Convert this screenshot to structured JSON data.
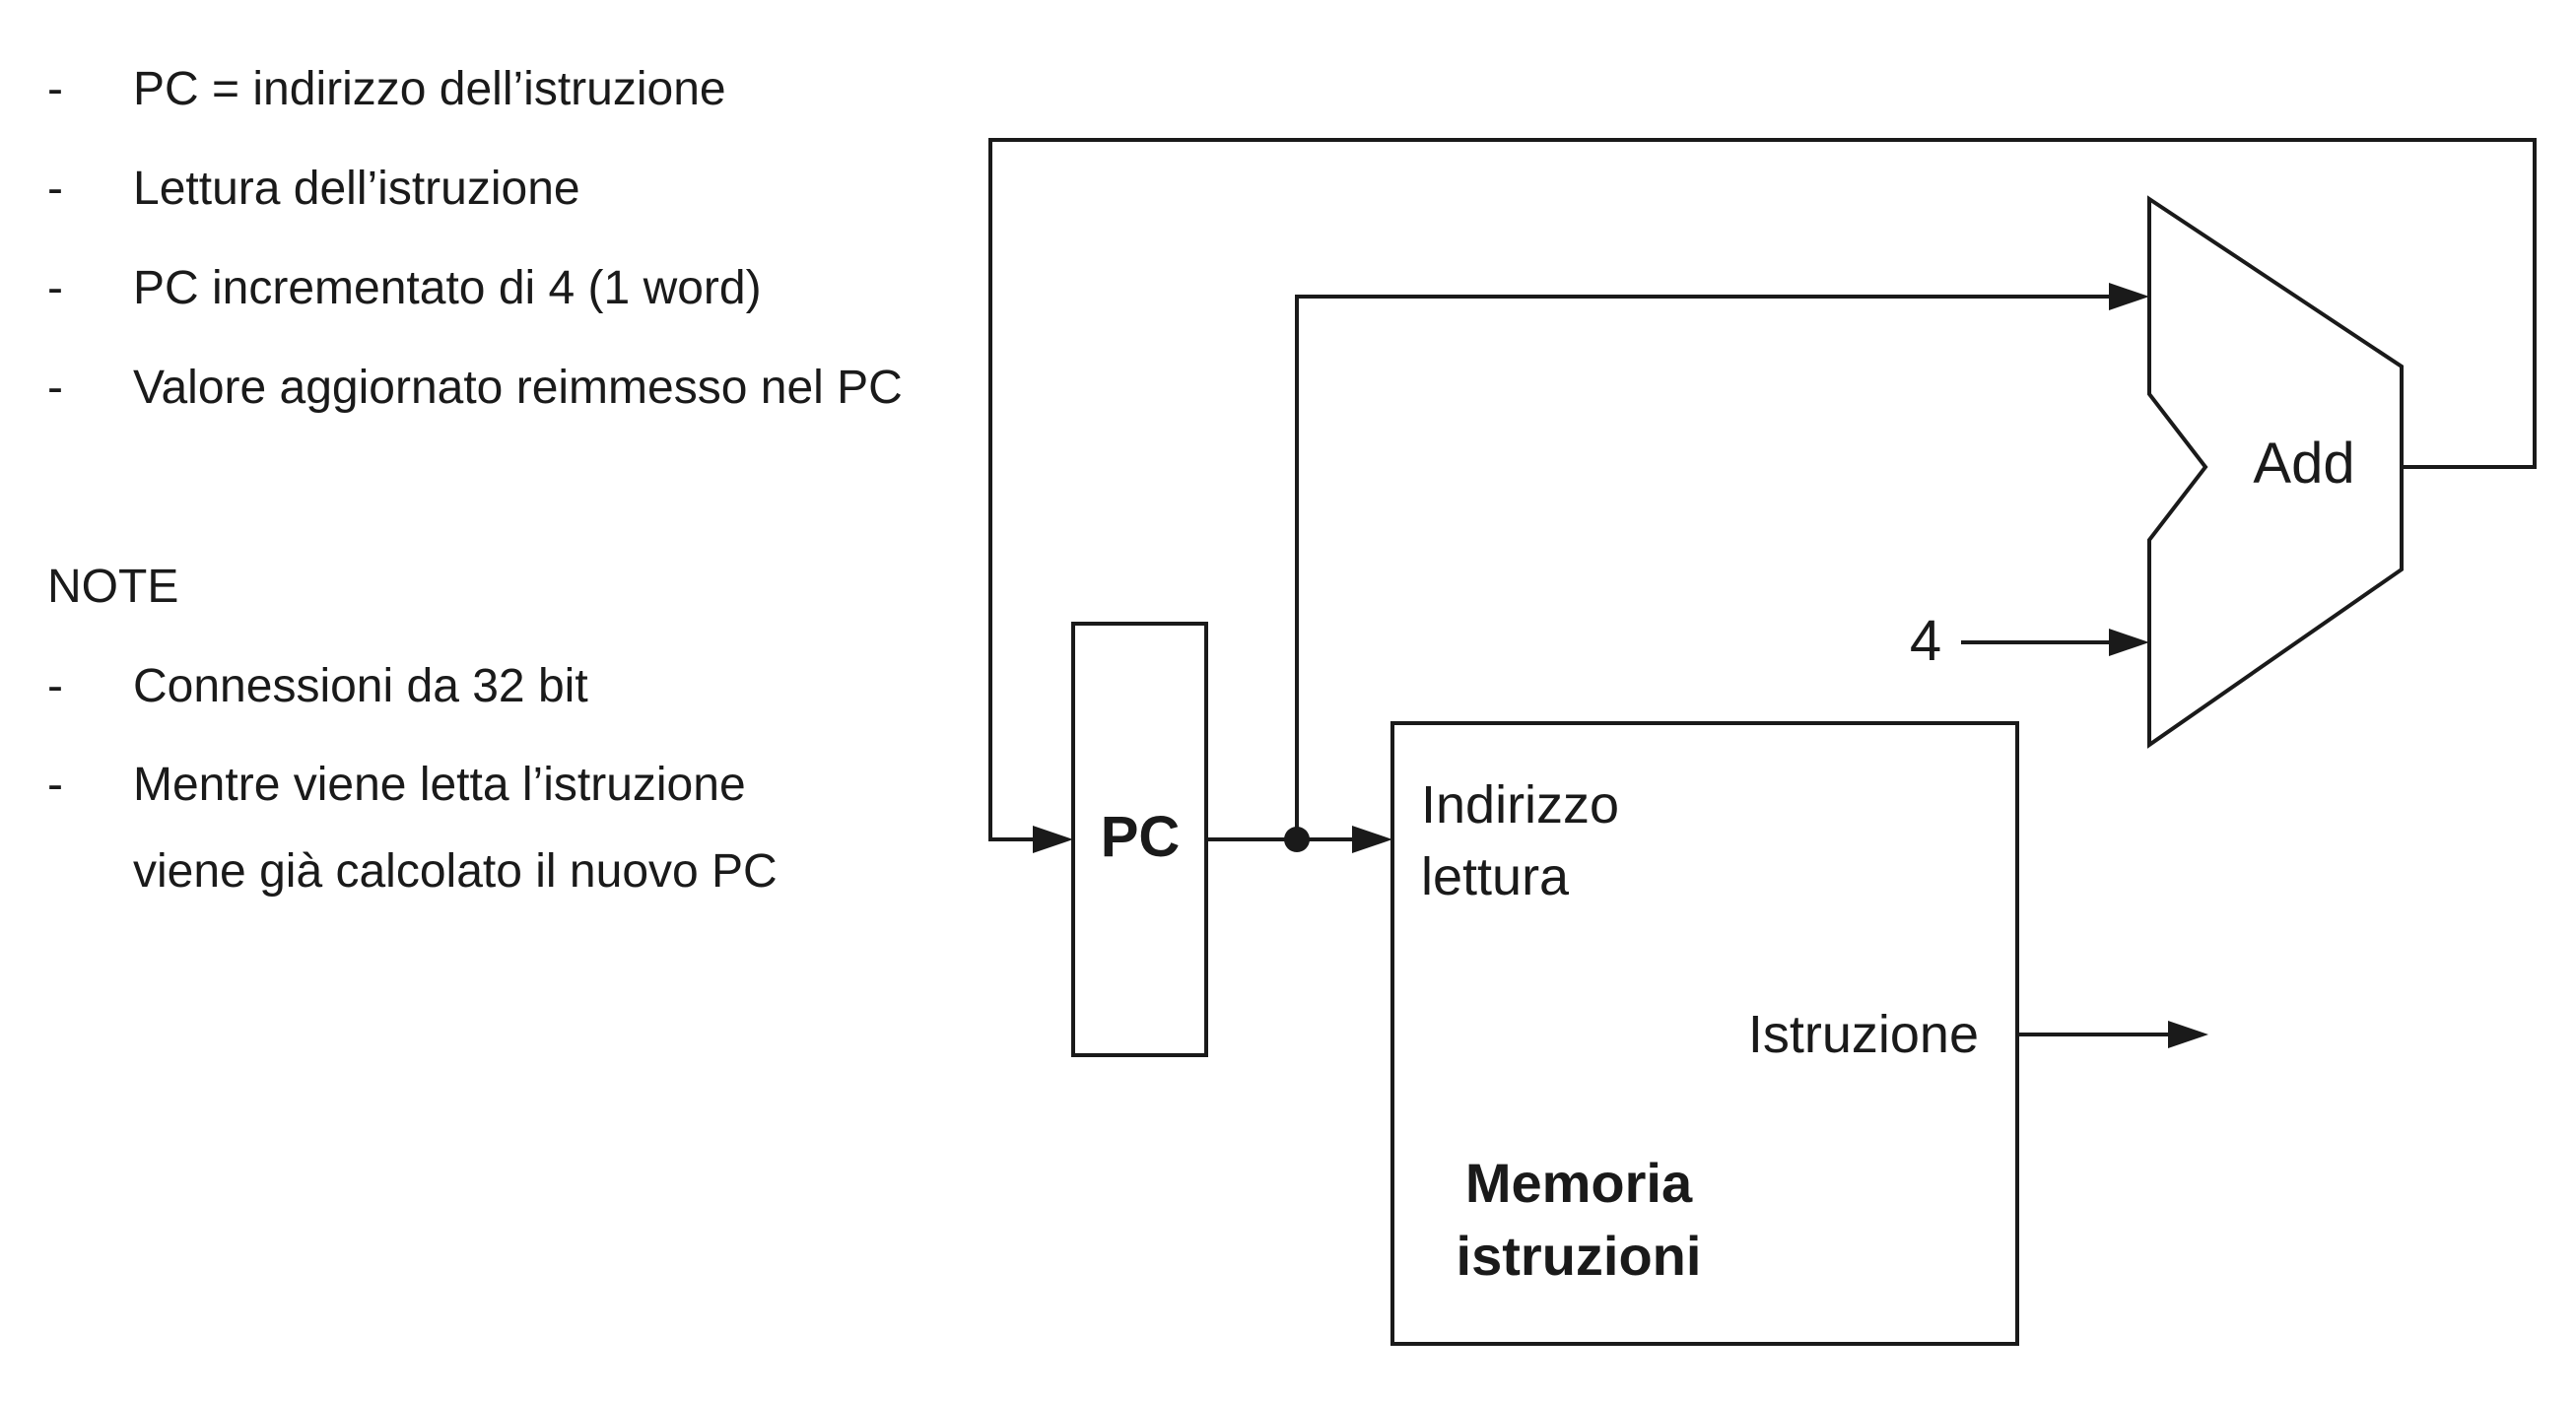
{
  "bullets": [
    {
      "dash": "-",
      "text": "PC = indirizzo dell’istruzione"
    },
    {
      "dash": "-",
      "text": "Lettura dell’istruzione"
    },
    {
      "dash": "-",
      "text": "PC incrementato di 4 (1 word)"
    },
    {
      "dash": "-",
      "text": "Valore aggiornato reimmesso nel PC"
    }
  ],
  "note": {
    "label": "NOTE",
    "items": [
      {
        "dash": "-",
        "text": "Connessioni da 32 bit"
      },
      {
        "dash": "-",
        "text": "Mentre viene letta l’istruzione",
        "continuation": "viene già calcolato il nuovo PC"
      }
    ]
  },
  "diagram": {
    "pc_label": "PC",
    "adder_label": "Add",
    "constant_label": "4",
    "memory": {
      "address_line1": "Indirizzo",
      "address_line2": "lettura",
      "output_label": "Istruzione",
      "name_line1": "Memoria",
      "name_line2": "istruzioni"
    },
    "line_color": "#1a1a1a"
  }
}
